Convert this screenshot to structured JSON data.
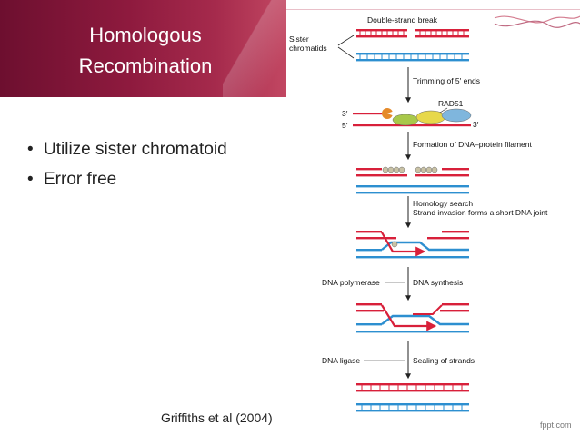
{
  "slide": {
    "title_line1": "Homologous",
    "title_line2": "Recombination",
    "bullets": [
      "Utilize sister chromatoid",
      "Error free"
    ],
    "citation": "Griffiths et al (2004)",
    "footer": "fppt.com"
  },
  "diagram": {
    "labels": {
      "double_strand_break": "Double-strand break",
      "sister": "Sister",
      "chromatids": "chromatids",
      "trimming": "Trimming of 5′ ends",
      "three_prime": "3′",
      "five_prime": "5′",
      "three_prime_right": "3′",
      "rad51": "RAD51",
      "formation": "Formation of DNA–protein filament",
      "homology_search": "Homology search",
      "strand_invasion": "Strand invasion forms a short DNA joint",
      "dna_polymerase": "DNA polymerase",
      "dna_synthesis": "DNA synthesis",
      "dna_ligase": "DNA ligase",
      "sealing": "Sealing of strands"
    },
    "colors": {
      "red_strand": "#d8203a",
      "blue_strand": "#2d8fd0",
      "rad51": "#c9c2a5",
      "protein_orange": "#e58a2a",
      "protein_green": "#a8c84a",
      "protein_blue": "#7fb6dd"
    }
  }
}
